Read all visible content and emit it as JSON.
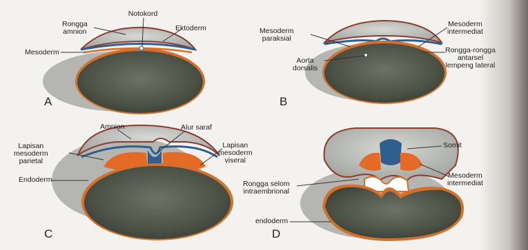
{
  "panels": [
    {
      "letter": "A",
      "labels": {
        "notokord": "Notokord",
        "rongga_amnion": "Rongga\namnion",
        "ektoderm": "Ektoderm",
        "mesoderm": "Mesoderm"
      }
    },
    {
      "letter": "B",
      "labels": {
        "mesoderm_paraksial": "Mesoderm\nparaksial",
        "mesoderm_intermediat": "Mesoderm\nintermediat",
        "rongga_antarsel": "Rongga-rongga\nantarsel\nlempeng lateral",
        "aorta_dorsalis": "Aorta\ndorsalis"
      }
    },
    {
      "letter": "C",
      "labels": {
        "amnion": "Amnion",
        "alur_saraf": "Alur saraf",
        "lapisan_parietal": "Lapisan\nmesoderm\nparietal",
        "lapisan_viseral": "Lapisan\nmesoderm\nviseral",
        "endoderm": "Endoderm"
      }
    },
    {
      "letter": "D",
      "labels": {
        "somit": "Somit",
        "mesoderm_intermediat": "Mesoderm\nintermediat",
        "rongga_selom": "Rongga selom\nintraembrional",
        "endoderm": "endoderm"
      }
    }
  ],
  "colors": {
    "yolk": "#4f5548",
    "yolk_rim": "#c9bfa0",
    "endoderm_line": "#d4702a",
    "amnion_fill": "#c2c3bf",
    "mesoderm": "#e46a26",
    "ectoderm": "#2e5f8f",
    "shadow": "#a9aaa6"
  }
}
